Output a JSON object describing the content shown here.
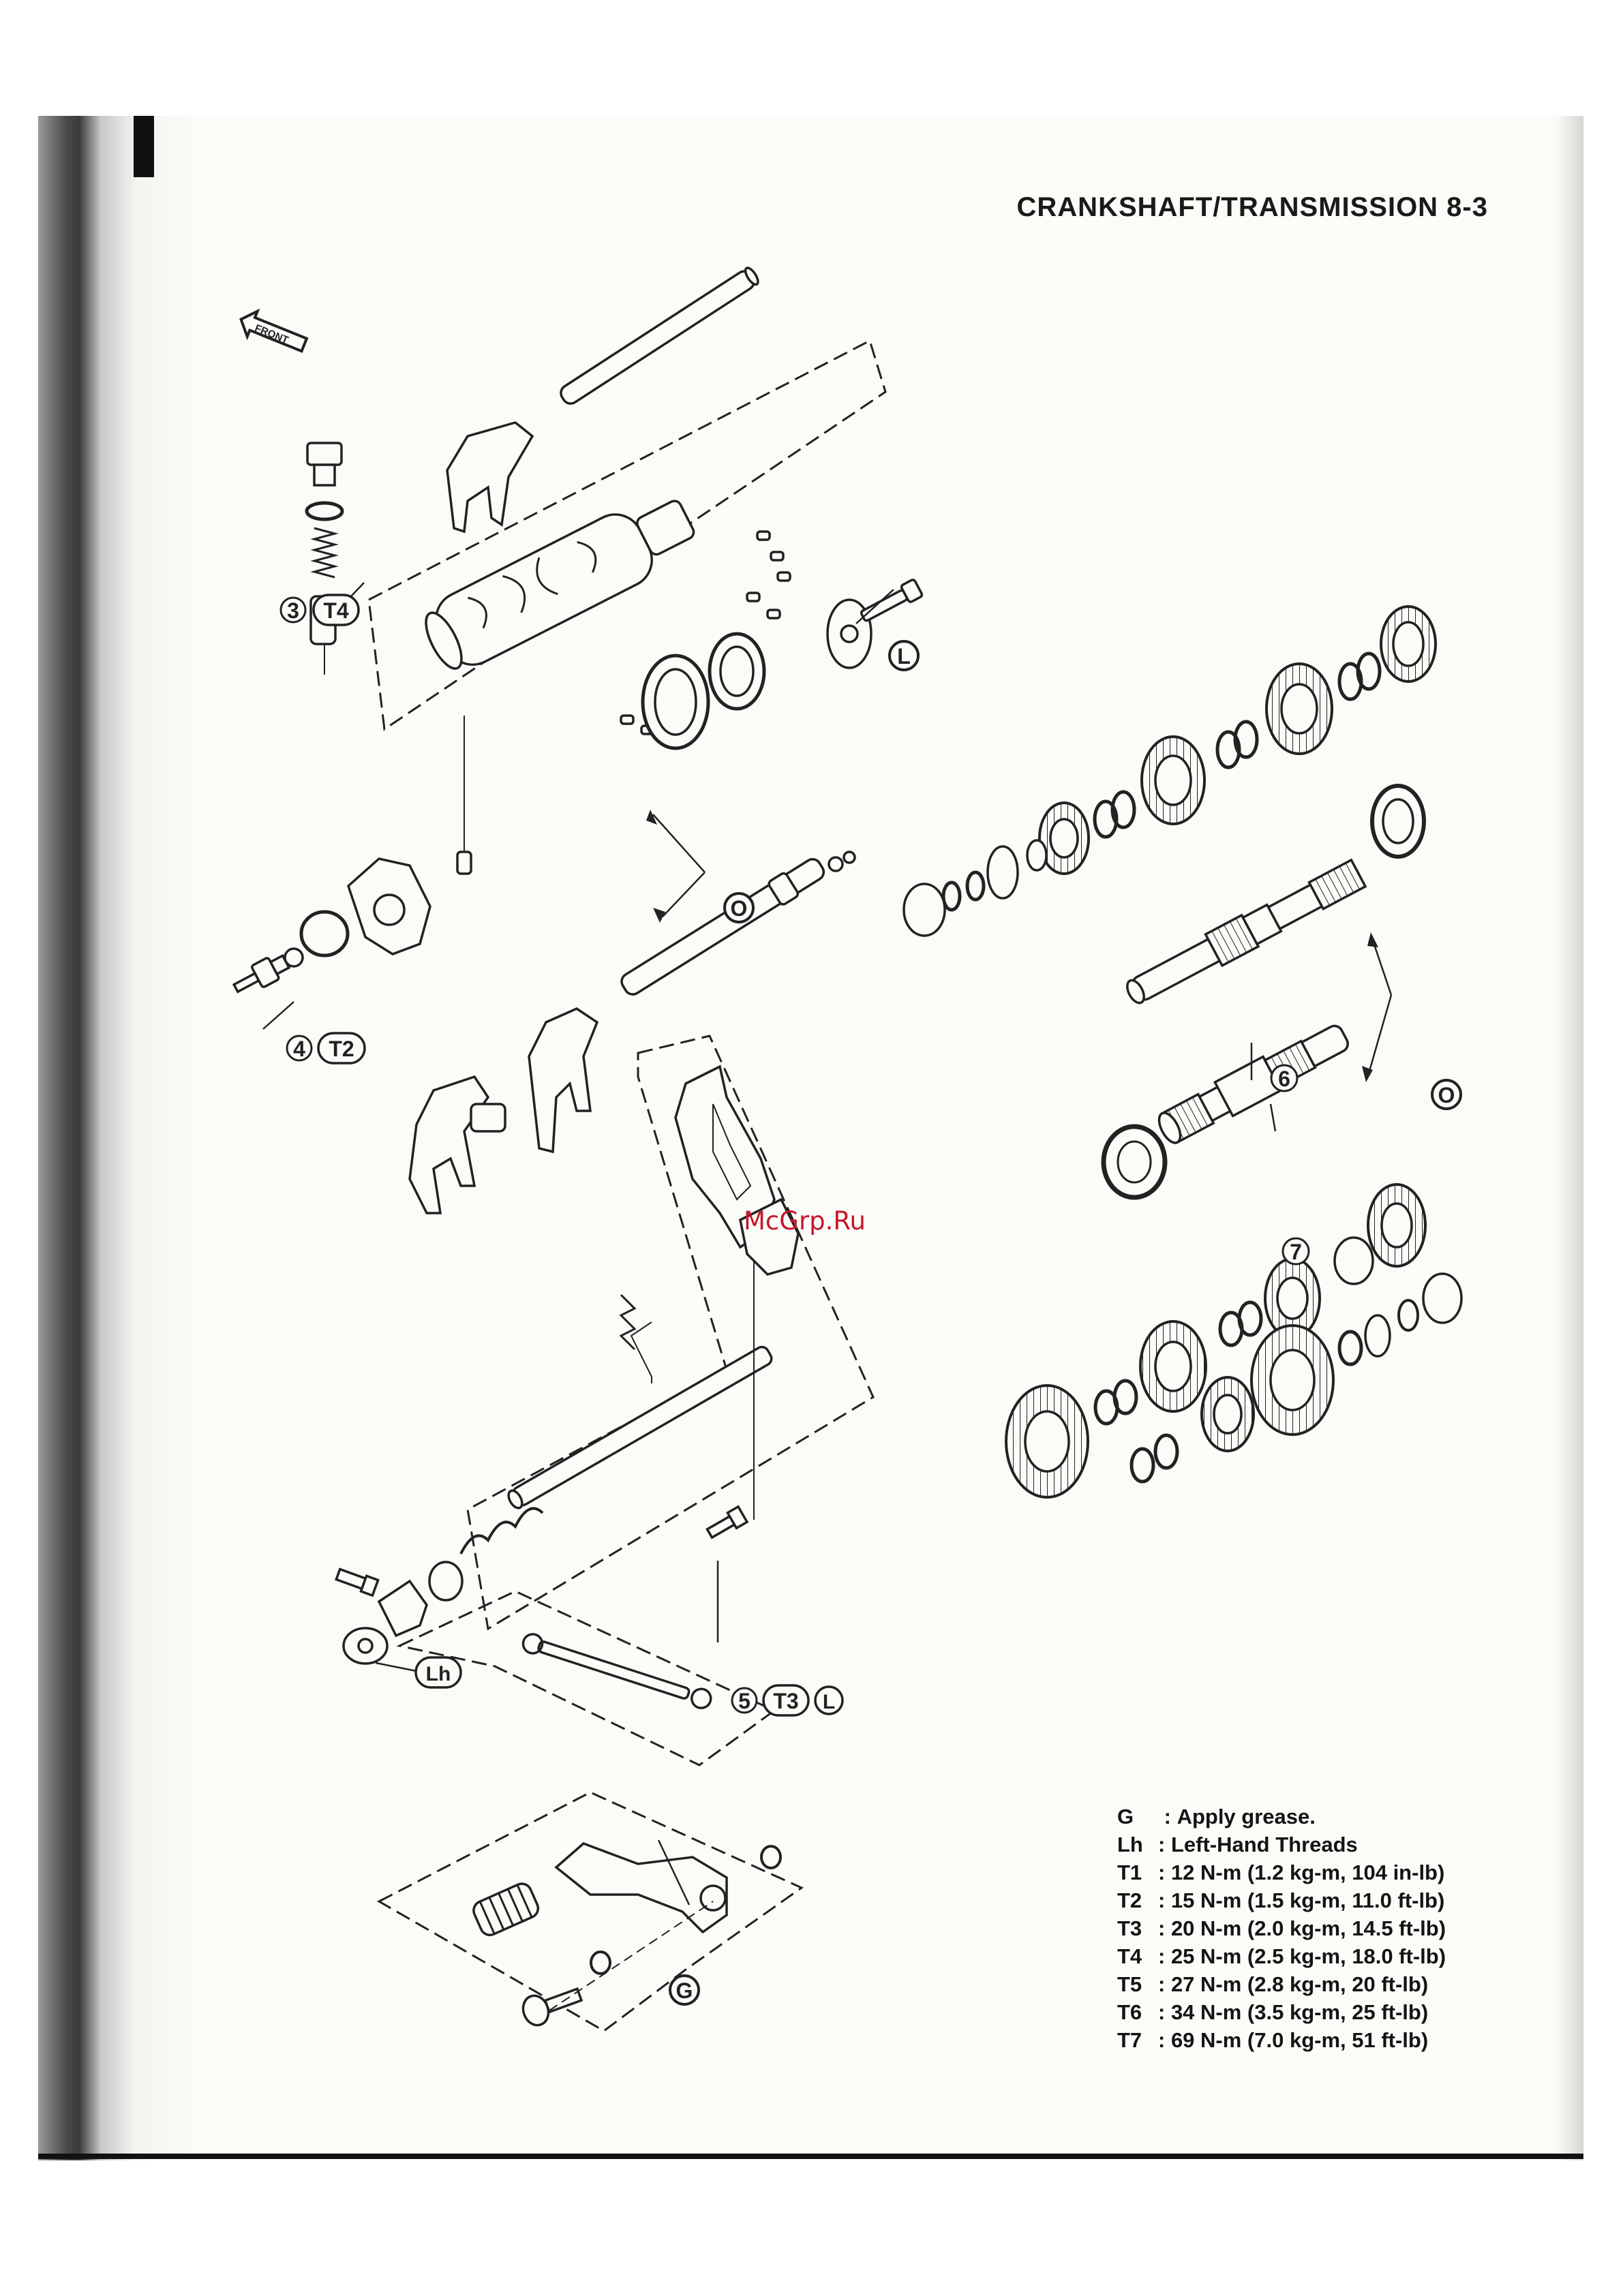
{
  "header": {
    "title": "CRANKSHAFT/TRANSMISSION 8-3"
  },
  "watermark": "McGrp.Ru",
  "front_label": "FRONT",
  "callouts": {
    "c3": {
      "num": "3",
      "tag": "T4"
    },
    "c4": {
      "num": "4",
      "tag": "T2"
    },
    "c5": {
      "num": "5",
      "tag": "T3",
      "extra": "L"
    },
    "c6": {
      "num": "6"
    },
    "c7": {
      "num": "7"
    },
    "l_top": "L",
    "o_left": "O",
    "o_right": "O",
    "lh": "Lh",
    "g": "G"
  },
  "legend": [
    {
      "key": "G",
      "sep": " : ",
      "text": "Apply grease."
    },
    {
      "key": "Lh",
      "sep": ": ",
      "text": "Left-Hand Threads"
    },
    {
      "key": "T1",
      "sep": ": ",
      "text": "12 N-m (1.2 kg-m, 104 in-lb)"
    },
    {
      "key": "T2",
      "sep": ": ",
      "text": "15 N-m (1.5 kg-m, 11.0 ft-lb)"
    },
    {
      "key": "T3",
      "sep": ": ",
      "text": "20 N-m (2.0 kg-m, 14.5 ft-lb)"
    },
    {
      "key": "T4",
      "sep": ": ",
      "text": "25 N-m (2.5 kg-m, 18.0 ft-lb)"
    },
    {
      "key": "T5",
      "sep": ": ",
      "text": "27 N-m (2.8 kg-m, 20 ft-lb)"
    },
    {
      "key": "T6",
      "sep": ": ",
      "text": "34 N-m (3.5 kg-m, 25 ft-lb)"
    },
    {
      "key": "T7",
      "sep": ": ",
      "text": "69 N-m (7.0 kg-m, 51 ft-lb)"
    }
  ]
}
